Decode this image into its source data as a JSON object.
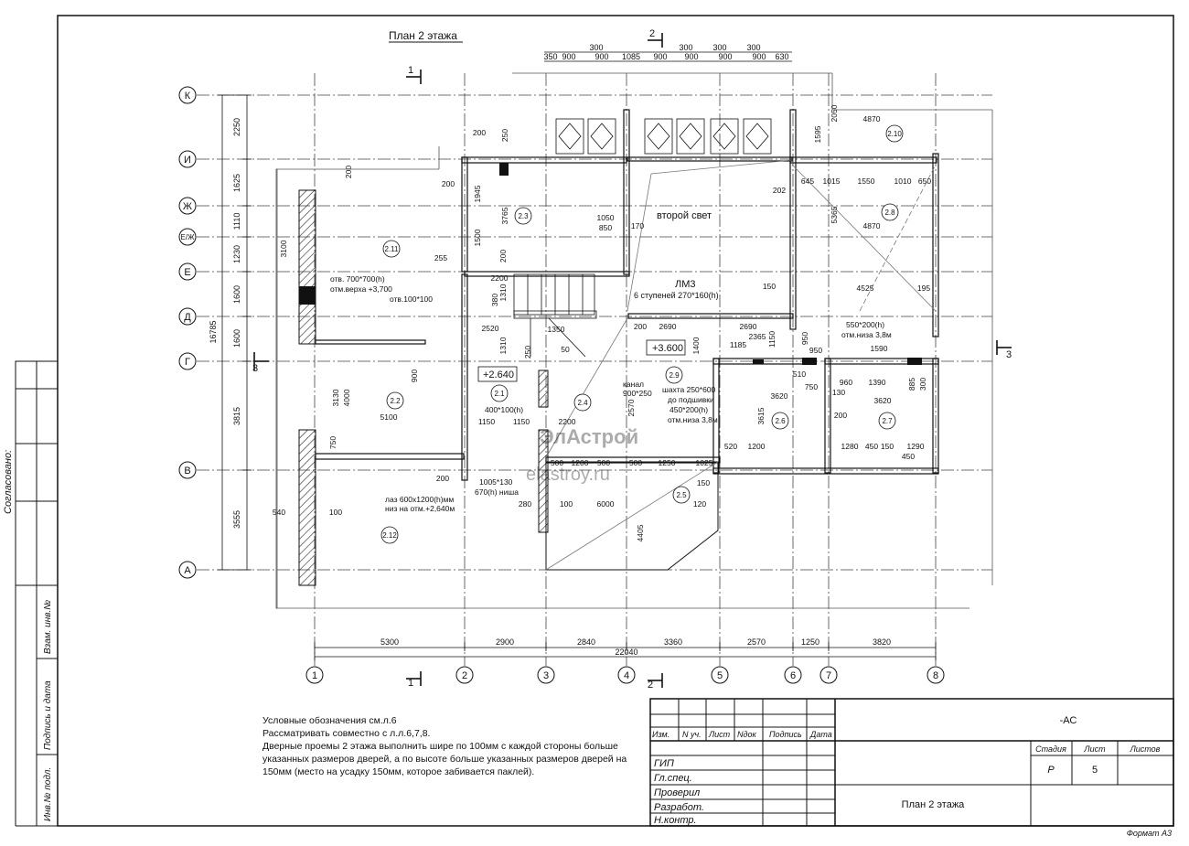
{
  "drawing": {
    "title": "План 2 этажа",
    "section_mark_1": "1",
    "section_mark_2": "2",
    "section_mark_3": "3",
    "second_light": "второй свет",
    "stair_label": "ЛМ3",
    "stair_note": "6 ступеней 270*160(h)",
    "level_main": "+3.600",
    "level_low": "+2.640",
    "openings": [
      "отв. 700*700(h)",
      "отм.верха +3,700",
      "отв.100*100",
      "400*100(h)",
      "1005*130",
      "670(h) ниша",
      "лаз 600х1200(h)мм",
      "низ на отм.+2,640м",
      "шахта 250*600",
      "до подшивки",
      "450*200(h)",
      "отм.низа 3,8м",
      "550*200(h)",
      "отм.низа 3,8м",
      "канал",
      "900*250"
    ],
    "rooms": [
      "2.1",
      "2.2",
      "2.3",
      "2.4",
      "2.5",
      "2.6",
      "2.7",
      "2.8",
      "2.9",
      "2.10",
      "2.11",
      "2.12"
    ],
    "axes_vertical": [
      "1",
      "2",
      "3",
      "4",
      "5",
      "6",
      "7",
      "8"
    ],
    "axes_horizontal": [
      "К",
      "И",
      "Ж",
      "Е/Ж",
      "Е",
      "Д",
      "Г",
      "В",
      "А"
    ],
    "bottom_dims": [
      "5300",
      "2900",
      "2840",
      "3360",
      "2570",
      "1250",
      "3820"
    ],
    "total_width": "22040",
    "left_dims": [
      "2250",
      "1625",
      "1110",
      "1230",
      "1600",
      "1600",
      "3815",
      "3555"
    ],
    "total_height": "16785",
    "top_dims": [
      "350",
      "900",
      "900",
      "1085",
      "900",
      "900",
      "900",
      "900",
      "630"
    ],
    "top_dims_upper": [
      "300",
      "300",
      "300",
      "300"
    ],
    "inner_dims": [
      "200",
      "250",
      "200",
      "200",
      "1945",
      "3765",
      "1500",
      "3100",
      "255",
      "2200",
      "1310",
      "380",
      "200",
      "1050",
      "850",
      "170",
      "2520",
      "1350",
      "50",
      "1310",
      "250",
      "200",
      "2690",
      "2690",
      "1400",
      "1185",
      "2365",
      "150",
      "1150",
      "950",
      "950",
      "1590",
      "4870",
      "4870",
      "2050",
      "5365",
      "1595",
      "202",
      "645",
      "1015",
      "1550",
      "1010",
      "650",
      "4525",
      "195",
      "550*200(h)",
      "3620",
      "3620",
      "3615",
      "510",
      "750",
      "130",
      "960",
      "1390",
      "885",
      "300",
      "200",
      "1280",
      "450",
      "150",
      "1290",
      "450",
      "1200",
      "520",
      "1025",
      "1250",
      "500",
      "1200",
      "500",
      "500",
      "1150",
      "1150",
      "5100",
      "4000",
      "3130",
      "2200",
      "6000",
      "4405",
      "100",
      "280",
      "120",
      "540",
      "750",
      "200",
      "900",
      "150",
      "100",
      "2570"
    ],
    "watermark_1": "ЭлАстрой",
    "watermark_2": "elastroy.ru"
  },
  "notes": {
    "line1": "Условные обозначения см.л.6",
    "line2": "Рассматривать совместно с л.л.6,7,8.",
    "line3": "Дверные проемы  2 этажа выполнить шире по 100мм с каждой стороны больше",
    "line4": "указанных размеров дверей, а по высоте больше указанных размеров дверей на",
    "line5": "150мм (место на усадку 150мм, которое забивается паклей)."
  },
  "stamp": {
    "code": "-АС",
    "headers": [
      "Изм.",
      "N уч.",
      "Лист",
      "Nдок",
      "Подпись",
      "Дата"
    ],
    "roles": [
      "ГИП",
      "Гл.спец.",
      "Проверил",
      "Разработ.",
      "Н.контр."
    ],
    "stage_label": "Стадия",
    "sheet_label": "Лист",
    "sheets_label": "Листов",
    "stage_value": "Р",
    "sheet_value": "5",
    "sheets_value": "",
    "sheet_title": "План 2 этажа",
    "format": "Формат А3"
  },
  "side_panel": {
    "agreed": "Согласовано:",
    "replace_inv": "Взам. инв.№",
    "sign_date": "Подпись и дата",
    "inv_orig": "Инв.№ подл."
  }
}
